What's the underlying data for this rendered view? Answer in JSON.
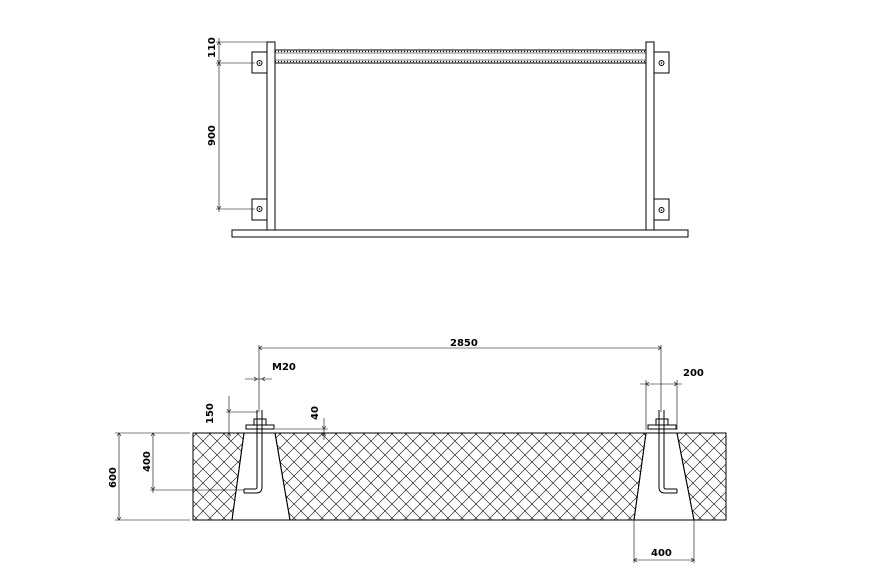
{
  "elevation": {
    "dims": {
      "top_offset": "110",
      "height": "900"
    }
  },
  "foundation": {
    "dims": {
      "span": "2850",
      "bolt": "M20",
      "projection": "150",
      "embed_top": "40",
      "depth": "600",
      "pocket_depth": "400",
      "pocket_top_width": "200",
      "pocket_bottom_width": "400"
    }
  },
  "colors": {
    "ink": "#000000",
    "background": "#ffffff"
  }
}
